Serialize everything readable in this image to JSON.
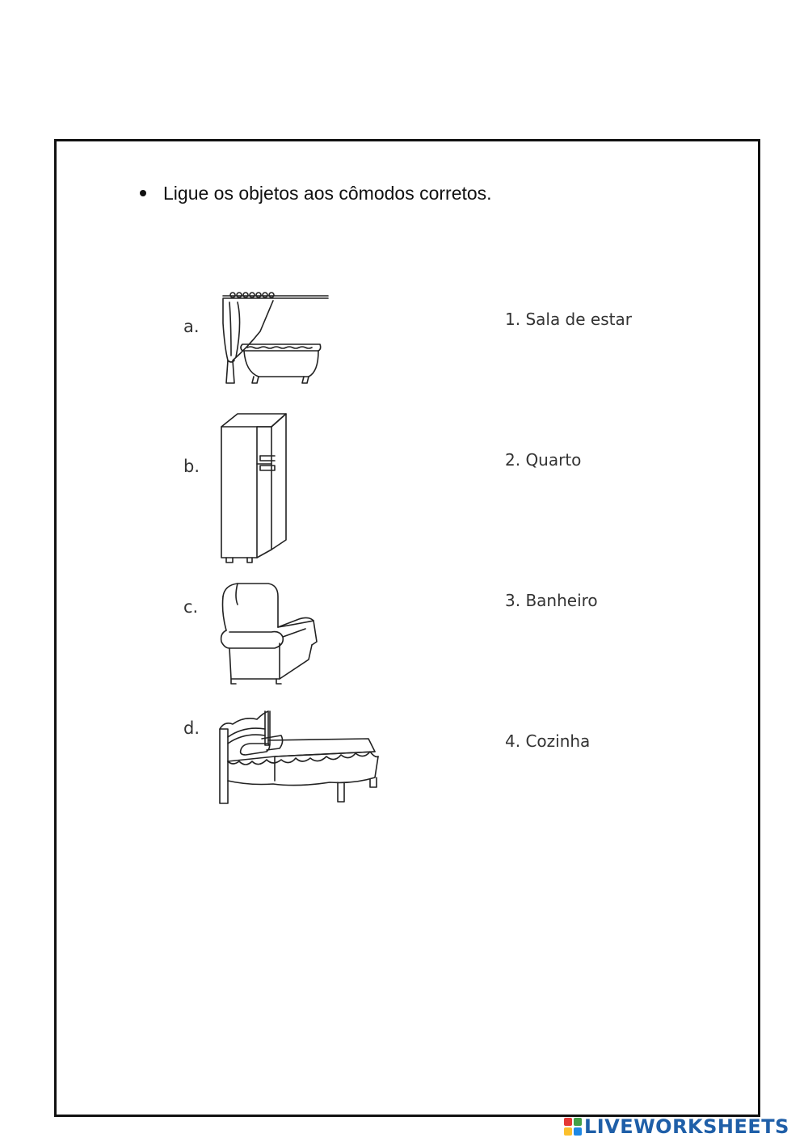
{
  "instruction": "Ligue os objetos aos cômodos corretos.",
  "objects": [
    {
      "letter": "a.",
      "icon": "bathtub-icon"
    },
    {
      "letter": "b.",
      "icon": "refrigerator-icon"
    },
    {
      "letter": "c.",
      "icon": "armchair-icon"
    },
    {
      "letter": "d.",
      "icon": "bed-icon"
    }
  ],
  "rooms": [
    "1. Sala de estar",
    "2. Quarto",
    "3. Banheiro",
    "4. Cozinha"
  ],
  "footer": {
    "logo_text": "LIVEWORKSHEETS",
    "logo_colors": [
      "#e53935",
      "#43a047",
      "#fbc02d",
      "#1e88e5"
    ]
  }
}
